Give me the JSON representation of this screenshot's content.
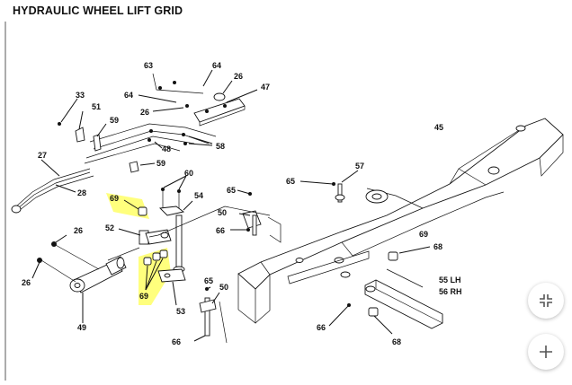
{
  "title": "HYDRAULIC WHEEL LIFT GRID",
  "callouts": [
    "63",
    "64",
    "26",
    "47",
    "33",
    "51",
    "64",
    "26",
    "59",
    "48",
    "58",
    "45",
    "27",
    "59",
    "60",
    "28",
    "69",
    "54",
    "65",
    "57",
    "65",
    "52",
    "50",
    "66",
    "26",
    "69",
    "68",
    "55 LH",
    "56 RH",
    "26",
    "69",
    "53",
    "65",
    "50",
    "49",
    "66",
    "66",
    "68"
  ],
  "highlight_color": "#ffff66",
  "controls": {
    "collapse_icon": "collapse-icon",
    "zoom_in_icon": "plus-icon"
  }
}
